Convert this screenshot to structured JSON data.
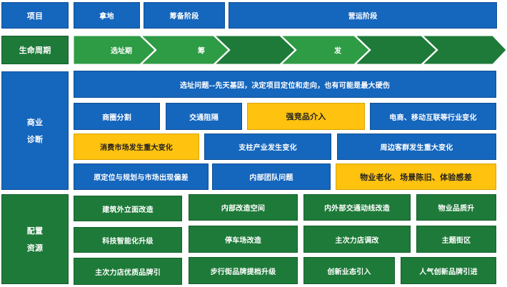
{
  "header": {
    "label": "项目",
    "stages": [
      "拿地",
      "筹备阶段",
      "营运阶段"
    ]
  },
  "lifecycle": {
    "label": "生命周期",
    "phases": [
      "选址期",
      "筹",
      "发"
    ]
  },
  "diagnosis": {
    "label_line1": "商业",
    "label_line2": "诊断",
    "top_issue": "选址问题--先天基因，决定项目定位和走向，也有可能是最大硬伤",
    "row1": [
      "商圈分割",
      "交通阻隔",
      "强竞品介入",
      "电商、移动互联等行业变化"
    ],
    "row2": [
      "消费市场发生重大变化",
      "支柱产业发生变化",
      "周边客群发生重大变化"
    ],
    "row3": [
      "原定位与规划与市场出现偏差",
      "内部团队问题",
      "物业老化、场景陈旧、体验感差"
    ]
  },
  "resources": {
    "label_line1": "配置",
    "label_line2": "资源",
    "row1": [
      "建筑外立面改造",
      "内部改造空间",
      "内外部交通动线改造",
      "物业品质升"
    ],
    "row2": [
      "科技智能化升级",
      "停车场改造",
      "主次力店调改",
      "主题街区"
    ],
    "row3": [
      "主次力店优质品牌引",
      "步行街品牌提档升级",
      "创新业态引入",
      "人气创新品牌引进"
    ]
  },
  "colors": {
    "blue": "#1566bd",
    "green": "#1e7a39",
    "arrow_green": "#2e9b45",
    "highlight": "#ffc20e"
  }
}
